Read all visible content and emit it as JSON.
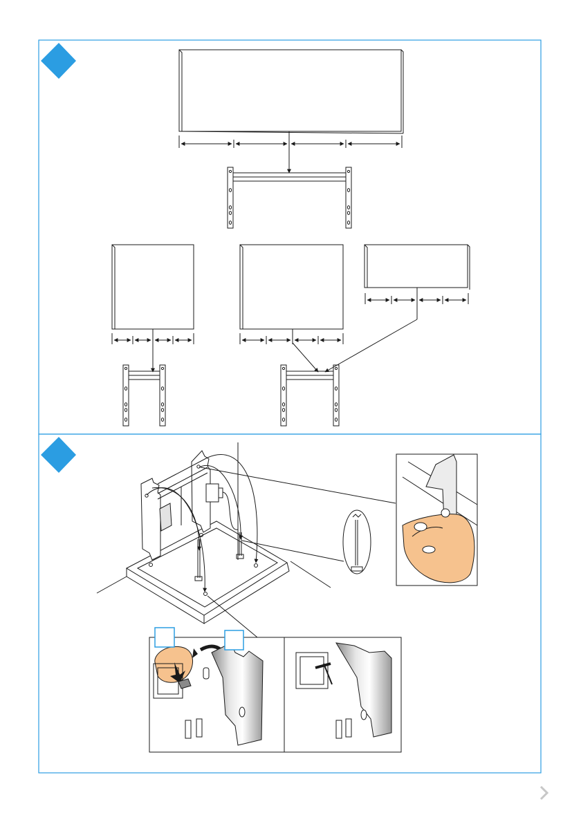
{
  "colors": {
    "accent": "#2b9de2",
    "line": "#1a1a1a",
    "skin": "#f6c28e",
    "skin_shadow": "#e7a86f",
    "metal": "#bdbdbd",
    "next_arrow": "#c7c7c7"
  },
  "steps": [
    {
      "marker": "blue-diamond"
    },
    {
      "marker": "blue-diamond"
    }
  ],
  "step2": {
    "callout_boxes": [
      {
        "marker": "blue-square"
      },
      {
        "marker": "blue-square"
      }
    ]
  },
  "navigation": {
    "next_icon": "chevron-right-icon"
  }
}
